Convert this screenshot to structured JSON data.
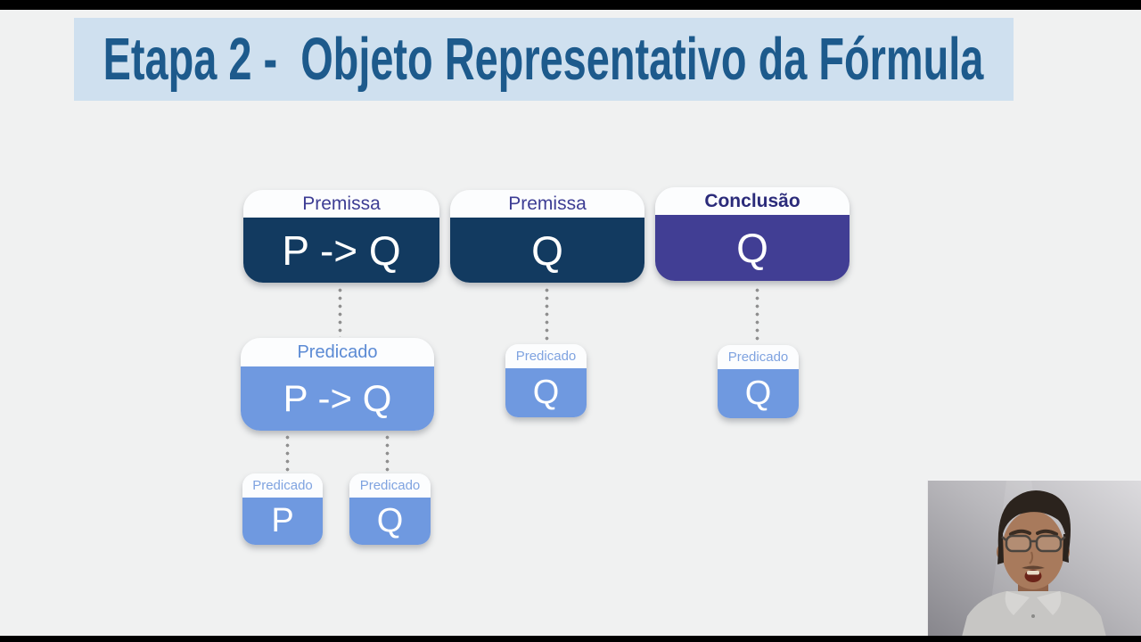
{
  "slide": {
    "title": "Etapa 2 -  Objeto Representativo da Fórmula"
  },
  "diagram": {
    "premises": [
      {
        "header": "Premissa",
        "body": "P -> Q"
      },
      {
        "header": "Premissa",
        "body": "Q"
      }
    ],
    "conclusion": {
      "header": "Conclusão",
      "body": "Q"
    },
    "predicates": {
      "main": {
        "header": "Predicado",
        "body": "P -> Q"
      },
      "mid": {
        "header": "Predicado",
        "body": "Q"
      },
      "right": {
        "header": "Predicado",
        "body": "Q"
      },
      "p": {
        "header": "Predicado",
        "body": "P"
      },
      "q": {
        "header": "Predicado",
        "body": "Q"
      }
    }
  },
  "colors": {
    "page-bg": "#f0f1f1",
    "banner-bg": "#cfe0ef",
    "title-text": "#1d5a8c",
    "navy": "#123a60",
    "purple": "#413e94",
    "lightblue": "#6f99e0",
    "premissa-text": "#3d3d94",
    "conclusao-text": "#2b2b7a",
    "predicado-text": "#5b8ad4",
    "predicado-sm-text": "#7fa3e0",
    "dot": "#8f8f8f"
  }
}
